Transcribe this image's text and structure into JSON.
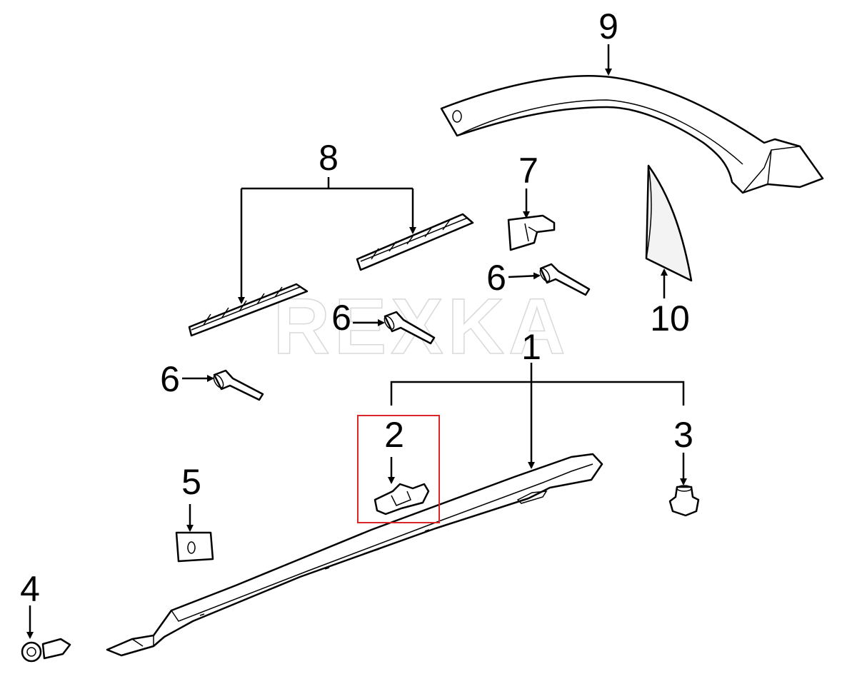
{
  "watermark": "REXKA",
  "callouts": {
    "c1": "1",
    "c2": "2",
    "c3": "3",
    "c4": "4",
    "c5": "5",
    "c6a": "6",
    "c6b": "6",
    "c6c": "6",
    "c7": "7",
    "c8": "8",
    "c9": "9",
    "c10": "10"
  },
  "colors": {
    "highlight_box": "#d9262b",
    "linework": "#000000",
    "watermark": "#d9d9d9"
  }
}
